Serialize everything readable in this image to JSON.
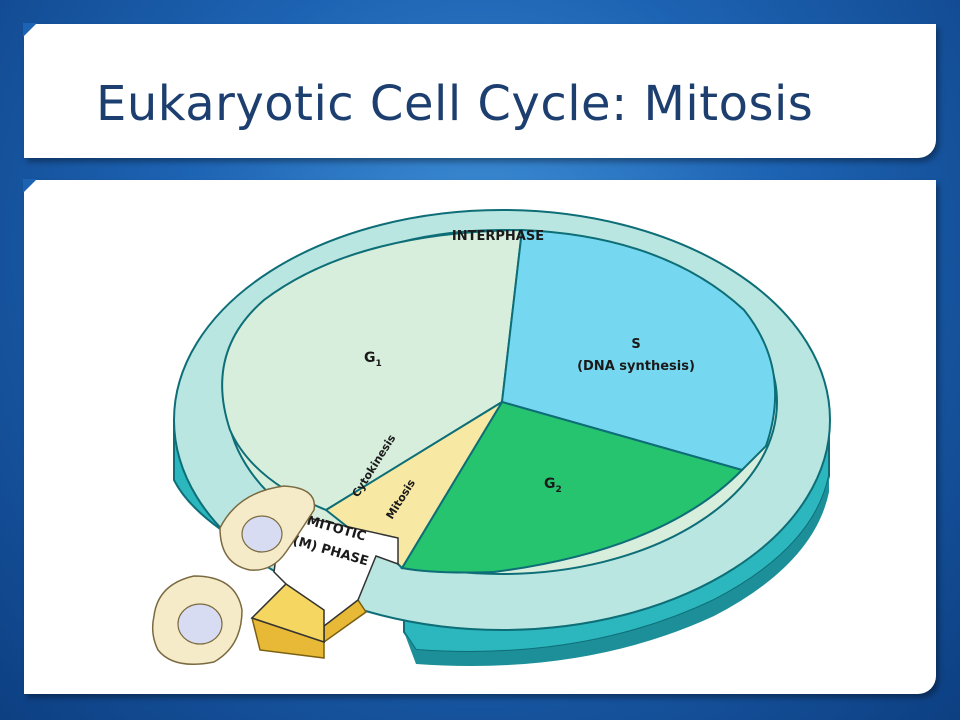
{
  "slide": {
    "title": "Eukaryotic Cell Cycle: Mitosis"
  },
  "diagram": {
    "interphase_label": "INTERPHASE",
    "g1_label": "G",
    "g1_sub": "1",
    "s_label": "S",
    "s_sub_label": "(DNA synthesis)",
    "g2_label": "G",
    "g2_sub": "2",
    "cytokinesis_label": "Cytokinesis",
    "mitosis_label": "Mitosis",
    "mitotic_line1": "MITOTIC",
    "mitotic_line2": "(M) PHASE",
    "colors": {
      "ring_top": "#b9e6e1",
      "ring_side": "#2cb6bd",
      "g1": "#d8eedd",
      "s": "#76d8f0",
      "g2": "#27c46f",
      "m_phase": "#f7e9a3",
      "arrow": "#f4d660",
      "cell": "#f6ebc8",
      "nucleus": "#d8dcf2"
    }
  }
}
